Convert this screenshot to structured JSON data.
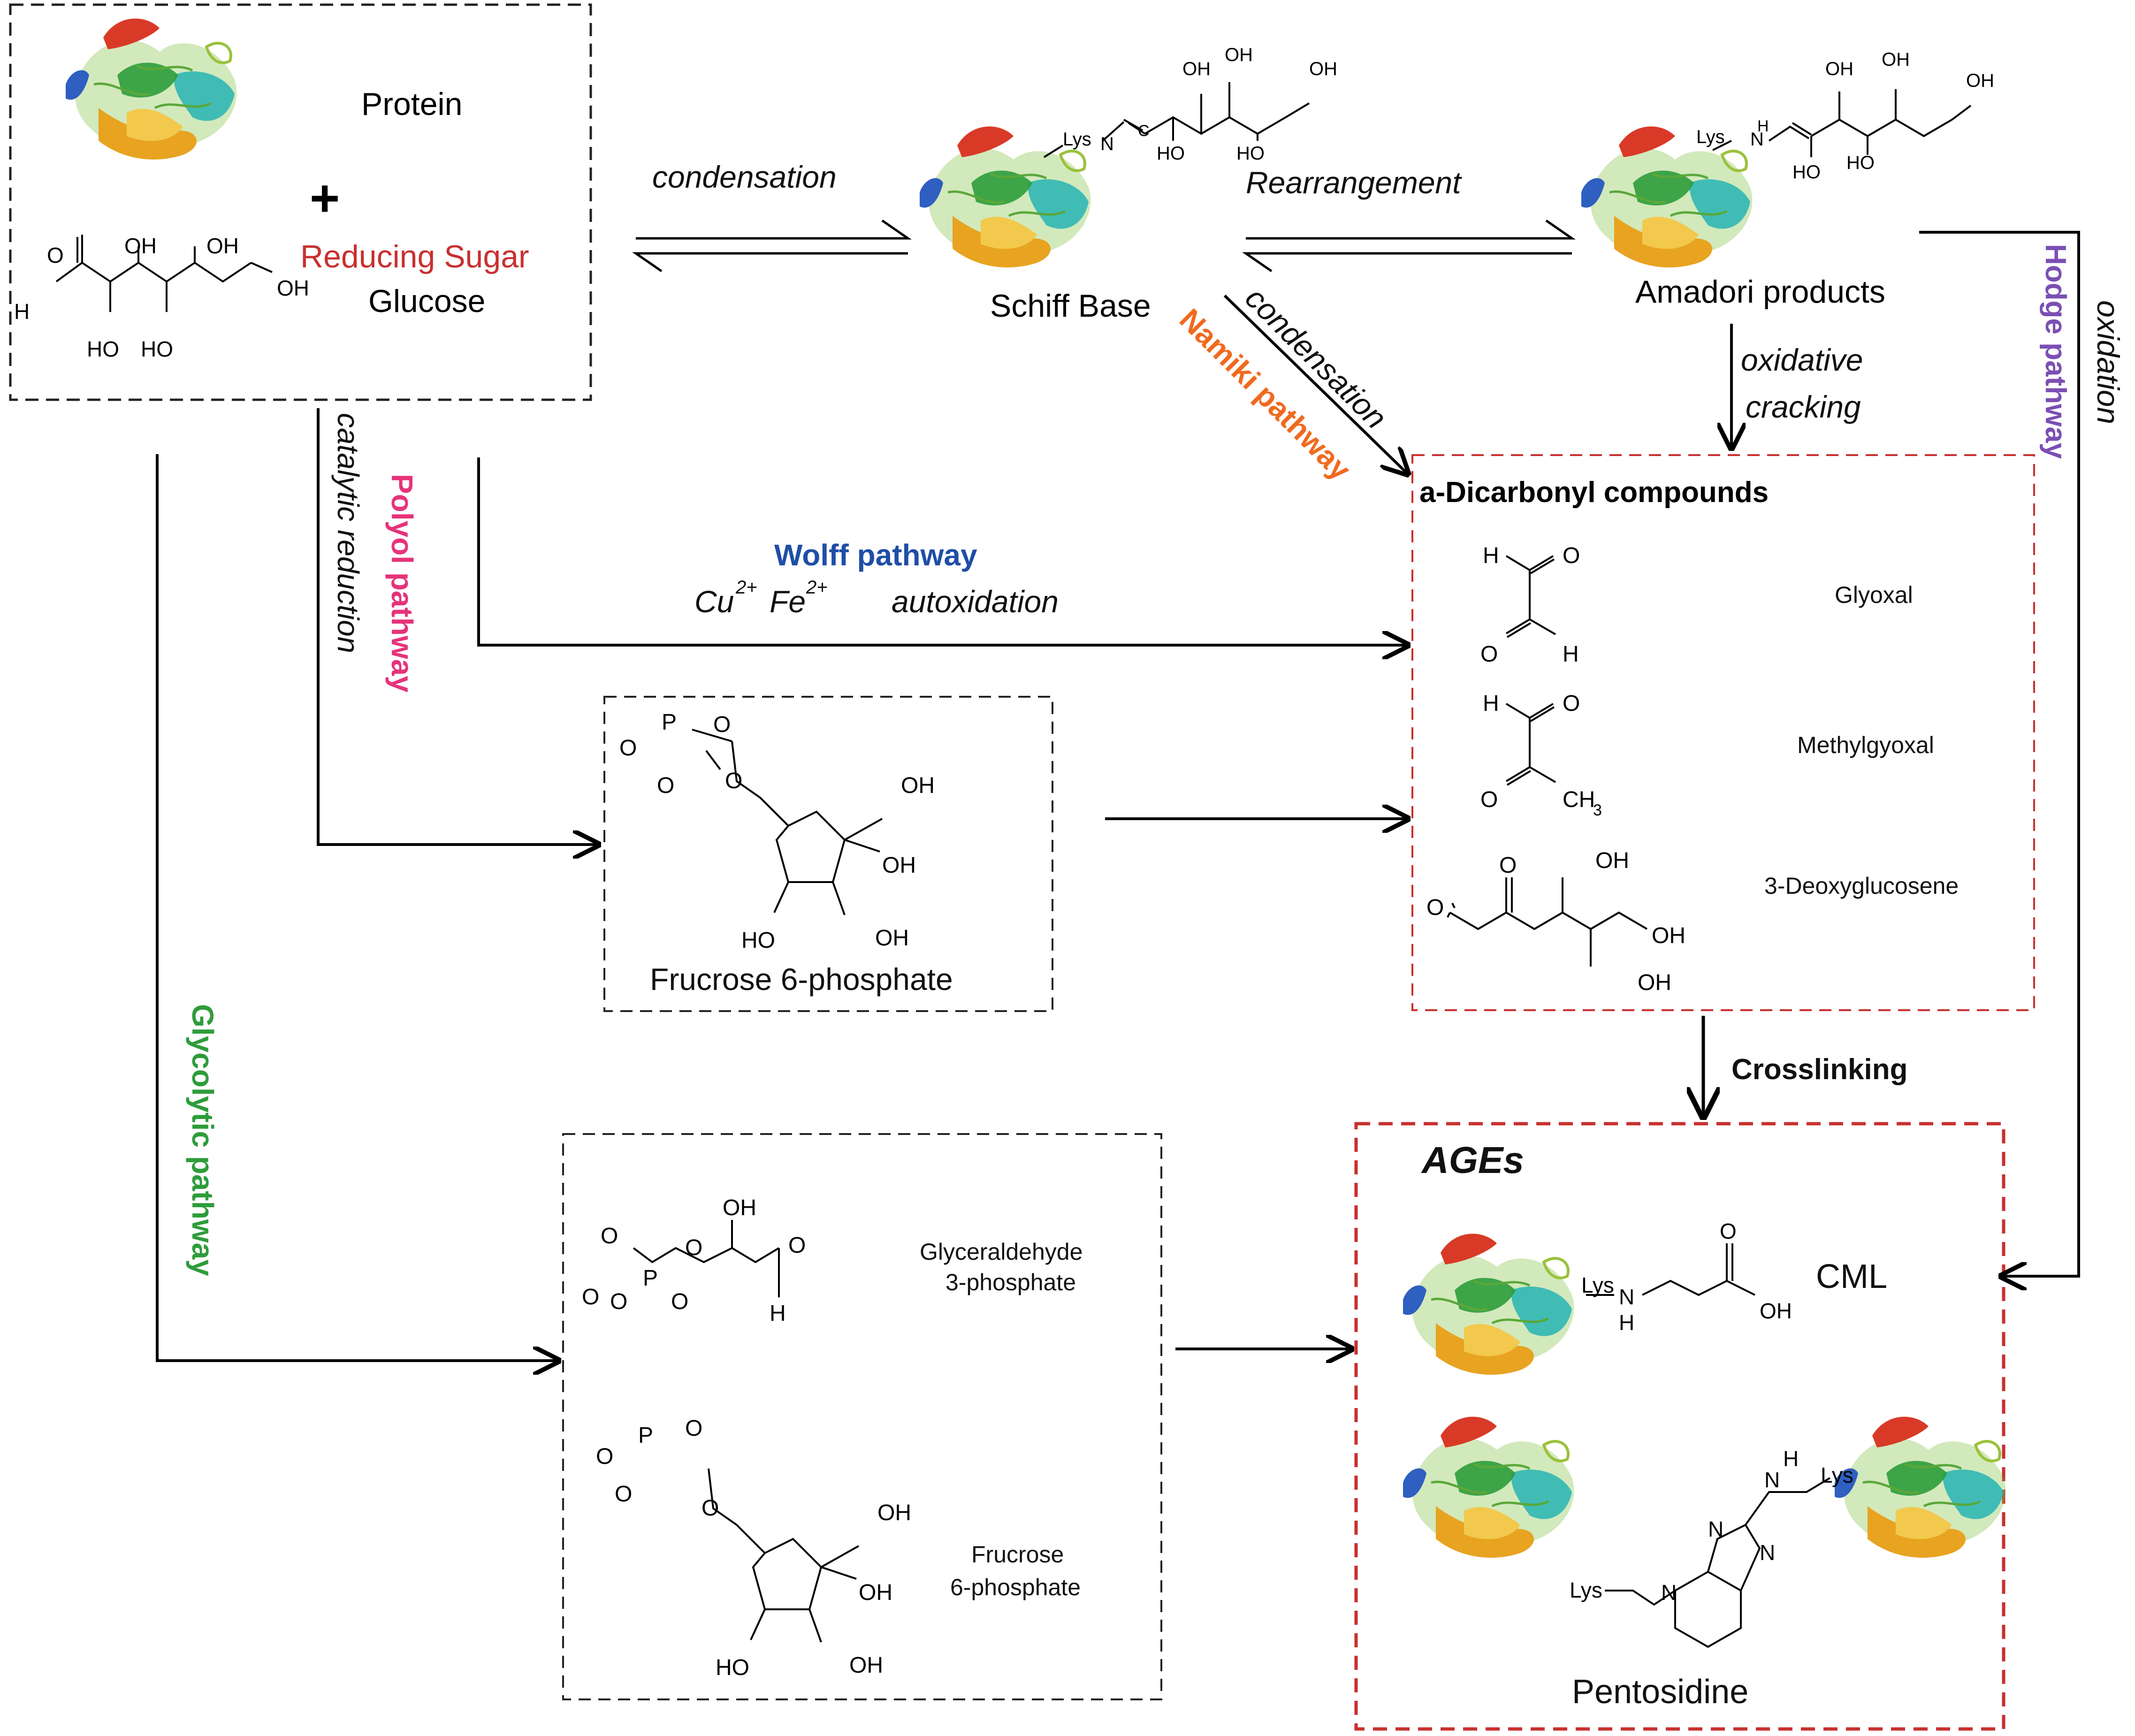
{
  "start_box": {
    "protein": "Protein",
    "plus": "+",
    "reducing_sugar": "Reducing Sugar",
    "glucose": "Glucose"
  },
  "schiff_base": "Schiff Base",
  "amadori": "Amadori products",
  "lys": "Lys",
  "reactions": {
    "condensation_1": "condensation",
    "rearrangement": "Rearrangement",
    "condensation_2": "condensation",
    "oxidative": "oxidative",
    "cracking": "cracking",
    "oxidation": "oxidation",
    "catalytic_reduction": "catalytic reduction",
    "autoxidation": "autoxidation",
    "crosslinking": "Crosslinking"
  },
  "metals": {
    "cu": "Cu",
    "cu_charge": "2+",
    "fe": "Fe",
    "fe_charge": "2+"
  },
  "pathways": {
    "namiki": "Namiki  pathway",
    "hodge": "Hodge pathway",
    "polyol": "Polyol  pathway",
    "wolff": "Wolff  pathway",
    "glycolytic": "Glycolytic  pathway"
  },
  "dicarbonyl": {
    "title": "a-Dicarbonyl compounds",
    "items": [
      "Glyoxal",
      "Methylgyoxal",
      "3-Deoxyglucosene"
    ]
  },
  "f6p_box": {
    "label": "Frucrose 6-phosphate"
  },
  "glyco_box": {
    "g3p_line1": "Glyceraldehyde",
    "g3p_line2": "3-phosphate",
    "f6p_line1": "Frucrose",
    "f6p_line2": "6-phosphate"
  },
  "ages": {
    "title": "AGEs",
    "cml": "CML",
    "pentosidine": "Pentosidine"
  },
  "atoms": {
    "O": "O",
    "H": "H",
    "N": "N",
    "P": "P",
    "C": "C",
    "OH": "OH",
    "HO": "HO",
    "CH3": "CH",
    "sub3": "3"
  },
  "colors": {
    "reducing_sugar": "#c8302f",
    "namiki": "#f06a1e",
    "hodge": "#7b4fb3",
    "polyol": "#e6337a",
    "wolff": "#1f4ea6",
    "glycolytic": "#2e9c3b",
    "red_box": "#c8302f"
  }
}
